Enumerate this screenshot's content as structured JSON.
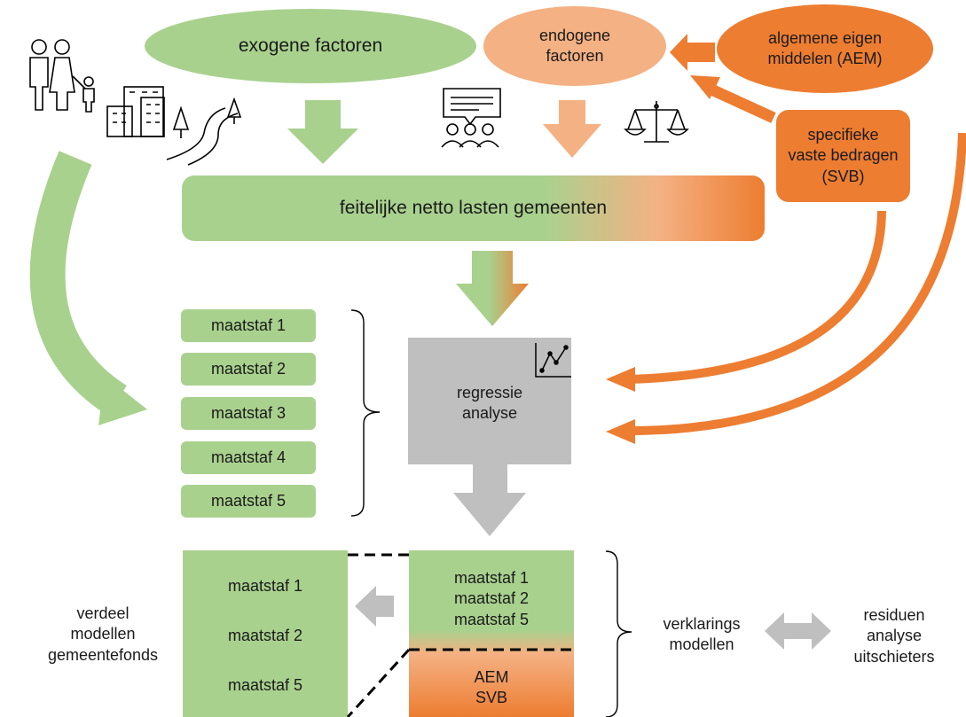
{
  "colors": {
    "green": "#a9d18e",
    "light_orange": "#f4b183",
    "orange": "#ed7d31",
    "gray": "#bfbfbf",
    "dash": "#000000"
  },
  "icons": [
    "family-icon",
    "buildings-icon",
    "nature-road-icon",
    "discussion-icon",
    "scales-icon",
    "line-chart-icon"
  ],
  "top": {
    "exogenous": "exogene factoren",
    "endogenous": [
      "endogene",
      "factoren"
    ],
    "aem": [
      "algemene eigen",
      "middelen (AEM)"
    ],
    "svb": [
      "specifieke",
      "vaste bedragen",
      "(SVB)"
    ]
  },
  "main_bar": "feitelijke netto lasten gemeenten",
  "measures": [
    "maatstaf 1",
    "maatstaf 2",
    "maatstaf 3",
    "maatstaf 4",
    "maatstaf 5"
  ],
  "regression": [
    "regressie",
    "analyse"
  ],
  "explanation_model": {
    "measures": [
      "maatstaf 1",
      "maatstaf 2",
      "maatstaf 5"
    ],
    "extra": [
      "AEM",
      "SVB"
    ]
  },
  "distribution_model": {
    "measures": [
      "maatstaf 1",
      "maatstaf 2",
      "maatstaf 5"
    ],
    "label": [
      "verdeel",
      "modellen",
      "gemeentefonds"
    ]
  },
  "explanation_label": [
    "verklarings",
    "modellen"
  ],
  "residual_label": [
    "residuen",
    "analyse",
    "uitschieters"
  ]
}
